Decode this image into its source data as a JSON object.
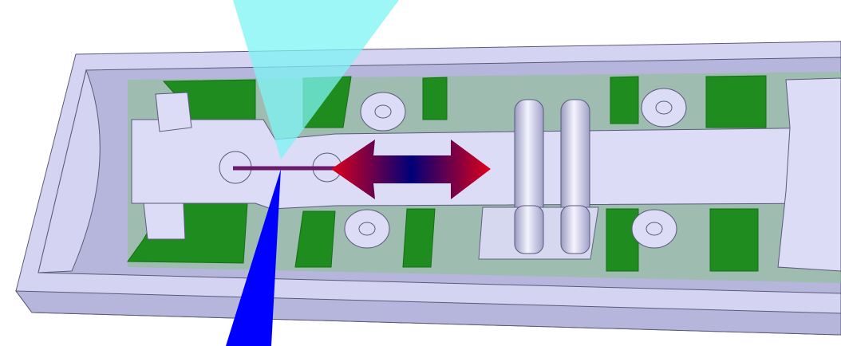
{
  "scene": {
    "colors": {
      "housing": "#d4d4f2",
      "housing_shadow": "#b6b6dc",
      "housing_edge": "#5a5a7a",
      "pcb_green": "#1e8c1e",
      "pcb_green_dark": "#127012",
      "floor_green_tint": "#8fbf95",
      "slider": "#dcdcf6",
      "light_cone": "#7ef4f4",
      "beam": "#0000ff",
      "arrow_outer": "#e0001a",
      "arrow_center": "#000078",
      "probe_line": "#6a1a6a"
    },
    "icons": {
      "motion_arrow": "double-arrow-horizontal",
      "light_cone": "cone-of-light",
      "beam": "laser-beam"
    }
  }
}
